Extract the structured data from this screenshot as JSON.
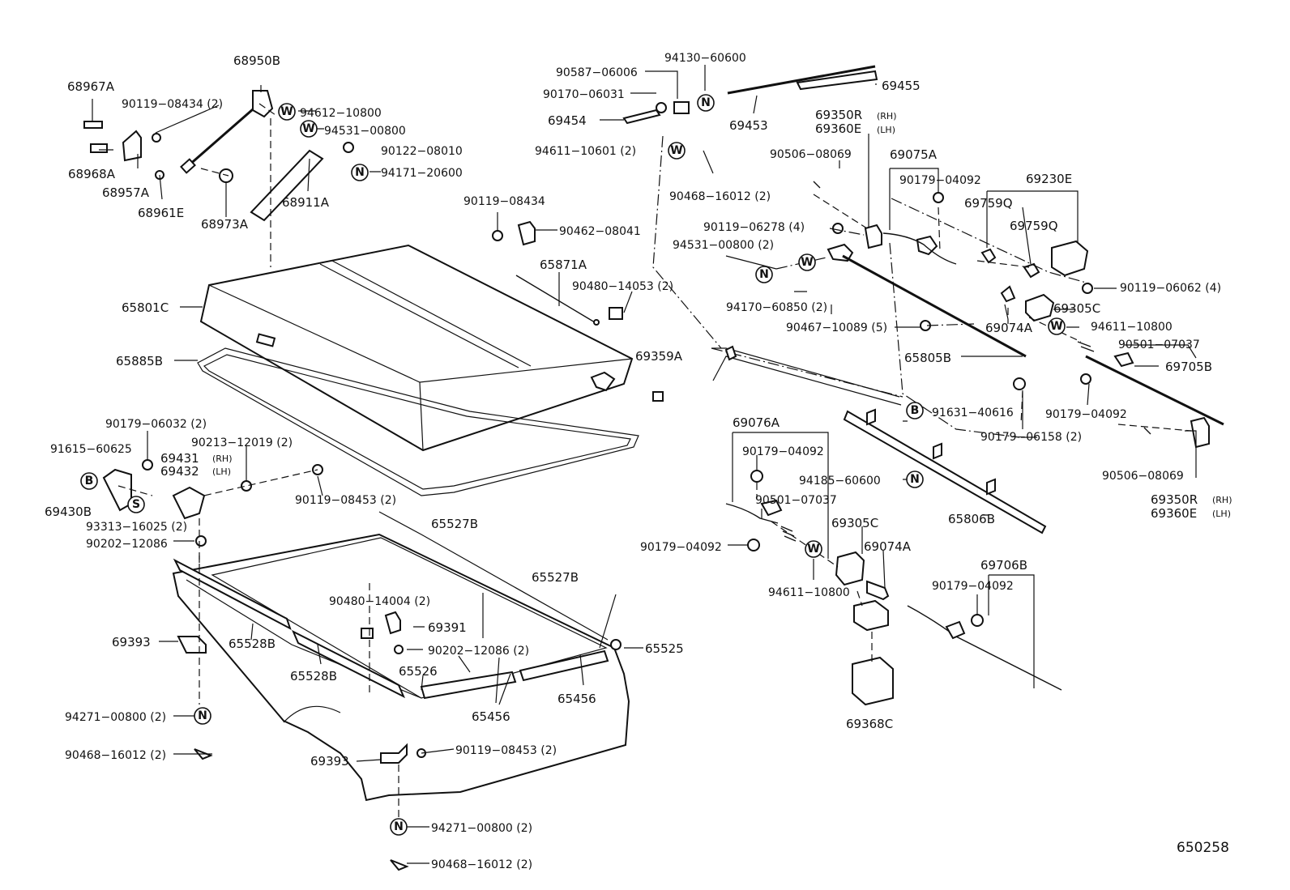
{
  "diagram_code": "650258",
  "labels": [
    {
      "id": "l68950B",
      "text": "68950B"
    },
    {
      "id": "l68967A",
      "text": "68967A"
    },
    {
      "id": "l90119_08434_2",
      "text": "90119−08434 (2)"
    },
    {
      "id": "l94612",
      "text": "94612−10800"
    },
    {
      "id": "l94531a",
      "text": "94531−00800"
    },
    {
      "id": "l90122",
      "text": "90122−08010"
    },
    {
      "id": "l94171",
      "text": "94171−20600"
    },
    {
      "id": "l68968A",
      "text": "68968A"
    },
    {
      "id": "l68957A",
      "text": "68957A"
    },
    {
      "id": "l68961E",
      "text": "68961E"
    },
    {
      "id": "l68973A",
      "text": "68973A"
    },
    {
      "id": "l68911A",
      "text": "68911A"
    },
    {
      "id": "l90587",
      "text": "90587−06006"
    },
    {
      "id": "l94130",
      "text": "94130−60600"
    },
    {
      "id": "l90170",
      "text": "90170−06031"
    },
    {
      "id": "l69455",
      "text": "69455"
    },
    {
      "id": "l69454",
      "text": "69454"
    },
    {
      "id": "l69453",
      "text": "69453"
    },
    {
      "id": "l69350R_top",
      "text": "69350R"
    },
    {
      "id": "lRH_top",
      "text": "(RH)"
    },
    {
      "id": "l69360E_top",
      "text": "69360E"
    },
    {
      "id": "lLH_top",
      "text": "(LH)"
    },
    {
      "id": "l94611_06001",
      "text": "94611−10601 (2)"
    },
    {
      "id": "l90468_top",
      "text": "90468−16012 (2)"
    },
    {
      "id": "l90506_top",
      "text": "90506−08069"
    },
    {
      "id": "l69075A",
      "text": "69075A"
    },
    {
      "id": "l90179_04092_a",
      "text": "90179−04092"
    },
    {
      "id": "l69230E",
      "text": "69230E"
    },
    {
      "id": "l69759Q_a",
      "text": "69759Q"
    },
    {
      "id": "l69759Q_b",
      "text": "69759Q"
    },
    {
      "id": "l90119_08434",
      "text": "90119−08434"
    },
    {
      "id": "l90462",
      "text": "90462−08041"
    },
    {
      "id": "l90119_06278",
      "text": "90119−06278 (4)"
    },
    {
      "id": "l94531b",
      "text": "94531−00800 (2)"
    },
    {
      "id": "l65871A",
      "text": "65871A"
    },
    {
      "id": "l90480_14053",
      "text": "90480−14053 (2)"
    },
    {
      "id": "l90119_06062",
      "text": "90119−06062 (4)"
    },
    {
      "id": "l69305C_a",
      "text": "69305C"
    },
    {
      "id": "l94170",
      "text": "94170−60850 (2)"
    },
    {
      "id": "l94611_10800_a",
      "text": "94611−10800"
    },
    {
      "id": "l65801C",
      "text": "65801C"
    },
    {
      "id": "l90467",
      "text": "90467−10089 (5)"
    },
    {
      "id": "l69074A_a",
      "text": "69074A"
    },
    {
      "id": "l90501_a",
      "text": "90501−07037"
    },
    {
      "id": "l65885B",
      "text": "65885B"
    },
    {
      "id": "l69359A",
      "text": "69359A"
    },
    {
      "id": "l65805B",
      "text": "65805B"
    },
    {
      "id": "l69705B",
      "text": "69705B"
    },
    {
      "id": "l91631",
      "text": "91631−40616"
    },
    {
      "id": "l90179_04092_b",
      "text": "90179−04092"
    },
    {
      "id": "l90179_06158",
      "text": "90179−06158 (2)"
    },
    {
      "id": "l90179_06032",
      "text": "90179−06032 (2)"
    },
    {
      "id": "l69076A",
      "text": "69076A"
    },
    {
      "id": "l91615",
      "text": "91615−60625"
    },
    {
      "id": "l90213",
      "text": "90213−12019 (2)"
    },
    {
      "id": "l69431",
      "text": "69431"
    },
    {
      "id": "lRH_left",
      "text": "(RH)"
    },
    {
      "id": "l69432",
      "text": "69432"
    },
    {
      "id": "lLH_left",
      "text": "(LH)"
    },
    {
      "id": "l90179_04092_c",
      "text": "90179−04092"
    },
    {
      "id": "l90506_b",
      "text": "90506−08069"
    },
    {
      "id": "l94185",
      "text": "94185−60600"
    },
    {
      "id": "l90119_08453_a",
      "text": "90119−08453 (2)"
    },
    {
      "id": "l69430B",
      "text": "69430B"
    },
    {
      "id": "l90501_b",
      "text": "90501−07037"
    },
    {
      "id": "l65806B",
      "text": "65806B"
    },
    {
      "id": "l69350R_bot",
      "text": "69350R"
    },
    {
      "id": "lRH_bot",
      "text": "(RH)"
    },
    {
      "id": "l69360E_bot",
      "text": "69360E"
    },
    {
      "id": "lLH_bot",
      "text": "(LH)"
    },
    {
      "id": "l93313",
      "text": "93313−16025 (2)"
    },
    {
      "id": "l90202_left",
      "text": "90202−12086"
    },
    {
      "id": "l65527B_a",
      "text": "65527B"
    },
    {
      "id": "l69305C_b",
      "text": "69305C"
    },
    {
      "id": "l90179_04092_d",
      "text": "90179−04092"
    },
    {
      "id": "l69074A_b",
      "text": "69074A"
    },
    {
      "id": "l65527B_b",
      "text": "65527B"
    },
    {
      "id": "l94611_10800_b",
      "text": "94611−10800"
    },
    {
      "id": "l69706B",
      "text": "69706B"
    },
    {
      "id": "l90179_04092_e",
      "text": "90179−04092"
    },
    {
      "id": "l90480_14004",
      "text": "90480−14004 (2)"
    },
    {
      "id": "l69391",
      "text": "69391"
    },
    {
      "id": "l69393_a",
      "text": "69393"
    },
    {
      "id": "l65528B_a",
      "text": "65528B"
    },
    {
      "id": "l90202_mid",
      "text": "90202−12086 (2)"
    },
    {
      "id": "l65525",
      "text": "65525"
    },
    {
      "id": "l65528B_b",
      "text": "65528B"
    },
    {
      "id": "l65526",
      "text": "65526"
    },
    {
      "id": "l65456_a",
      "text": "65456"
    },
    {
      "id": "l65456_b",
      "text": "65456"
    },
    {
      "id": "l94271_a",
      "text": "94271−00800 (2)"
    },
    {
      "id": "l69368C",
      "text": "69368C"
    },
    {
      "id": "l90468_left",
      "text": "90468−16012 (2)"
    },
    {
      "id": "l90119_08453_b",
      "text": "90119−08453 (2)"
    },
    {
      "id": "l69393_b",
      "text": "69393"
    },
    {
      "id": "l94271_b",
      "text": "94271−00800 (2)"
    },
    {
      "id": "l90468_bot",
      "text": "90468−16012 (2)"
    }
  ],
  "badges": [
    {
      "id": "b1",
      "letter": "W"
    },
    {
      "id": "b2",
      "letter": "W"
    },
    {
      "id": "b3",
      "letter": "N"
    },
    {
      "id": "b4",
      "letter": "N"
    },
    {
      "id": "b5",
      "letter": "W"
    },
    {
      "id": "b6",
      "letter": "W"
    },
    {
      "id": "b7",
      "letter": "N"
    },
    {
      "id": "b8",
      "letter": "W"
    },
    {
      "id": "b9",
      "letter": "B"
    },
    {
      "id": "b10",
      "letter": "N"
    },
    {
      "id": "b11",
      "letter": "B"
    },
    {
      "id": "b12",
      "letter": "S"
    },
    {
      "id": "b13",
      "letter": "W"
    },
    {
      "id": "b14",
      "letter": "N"
    },
    {
      "id": "b15",
      "letter": "N"
    }
  ]
}
